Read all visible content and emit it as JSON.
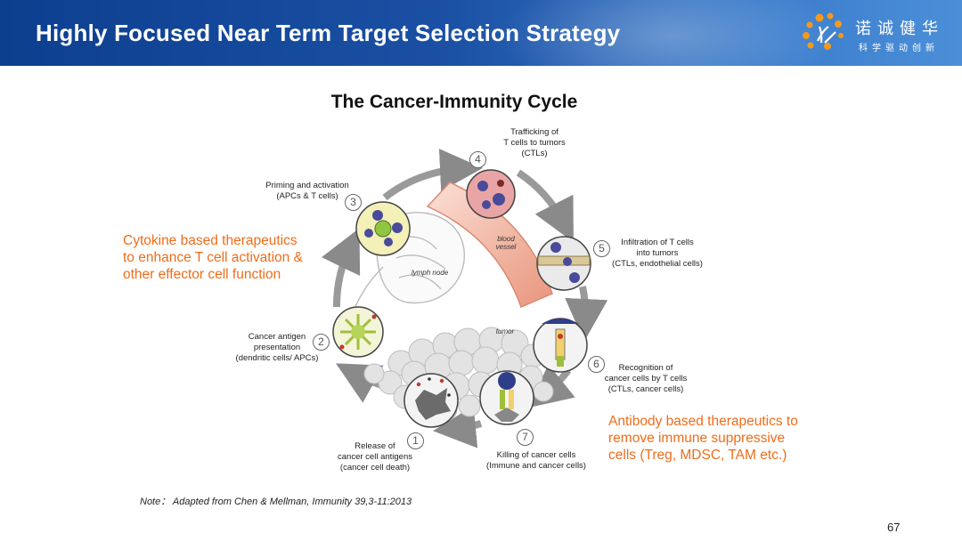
{
  "header": {
    "title": "Highly Focused Near Term Target Selection Strategy",
    "logo_text": "诺诚健华",
    "logo_tagline": "科学驱动创新"
  },
  "diagram": {
    "title": "The Cancer-Immunity Cycle",
    "steps": [
      {
        "number": "1",
        "line1": "Release of",
        "line2": "cancer cell antigens",
        "line3": "(cancer cell death)"
      },
      {
        "number": "2",
        "line1": "Cancer antigen",
        "line2": "presentation",
        "line3": "(dendritic cells/ APCs)"
      },
      {
        "number": "3",
        "line1": "Priming and activation",
        "line2": "(APCs & T cells)",
        "line3": ""
      },
      {
        "number": "4",
        "line1": "Trafficking of",
        "line2": "T cells to tumors",
        "line3": "(CTLs)"
      },
      {
        "number": "5",
        "line1": "Infiltration of T cells",
        "line2": "into tumors",
        "line3": "(CTLs, endothelial cells)"
      },
      {
        "number": "6",
        "line1": "Recognition of",
        "line2": "cancer cells by T cells",
        "line3": "(CTLs, cancer cells)"
      },
      {
        "number": "7",
        "line1": "Killing of cancer cells",
        "line2": "(Immune and cancer cells)",
        "line3": ""
      }
    ],
    "inline_labels": {
      "blood_vessel": "blood vessel",
      "lymph_node": "lymph node",
      "tumor": "tumor"
    }
  },
  "callouts": {
    "left": {
      "line1": "Cytokine based therapeutics",
      "line2": "to enhance T cell activation &",
      "line3": "other effector cell function"
    },
    "right": {
      "line1": "Antibody based therapeutics to",
      "line2": "remove immune suppressive",
      "line3": "cells (Treg, MDSC, TAM etc.)"
    }
  },
  "footer": {
    "note": "Note： Adapted from Chen & Mellman, Immunity 39,3-11:2013",
    "page_number": "67"
  },
  "colors": {
    "header_blue": "#1a4fa3",
    "callout_orange": "#ef6c1a",
    "logo_orange": "#f39a1e",
    "arrow_gray": "#8a8a8a"
  }
}
